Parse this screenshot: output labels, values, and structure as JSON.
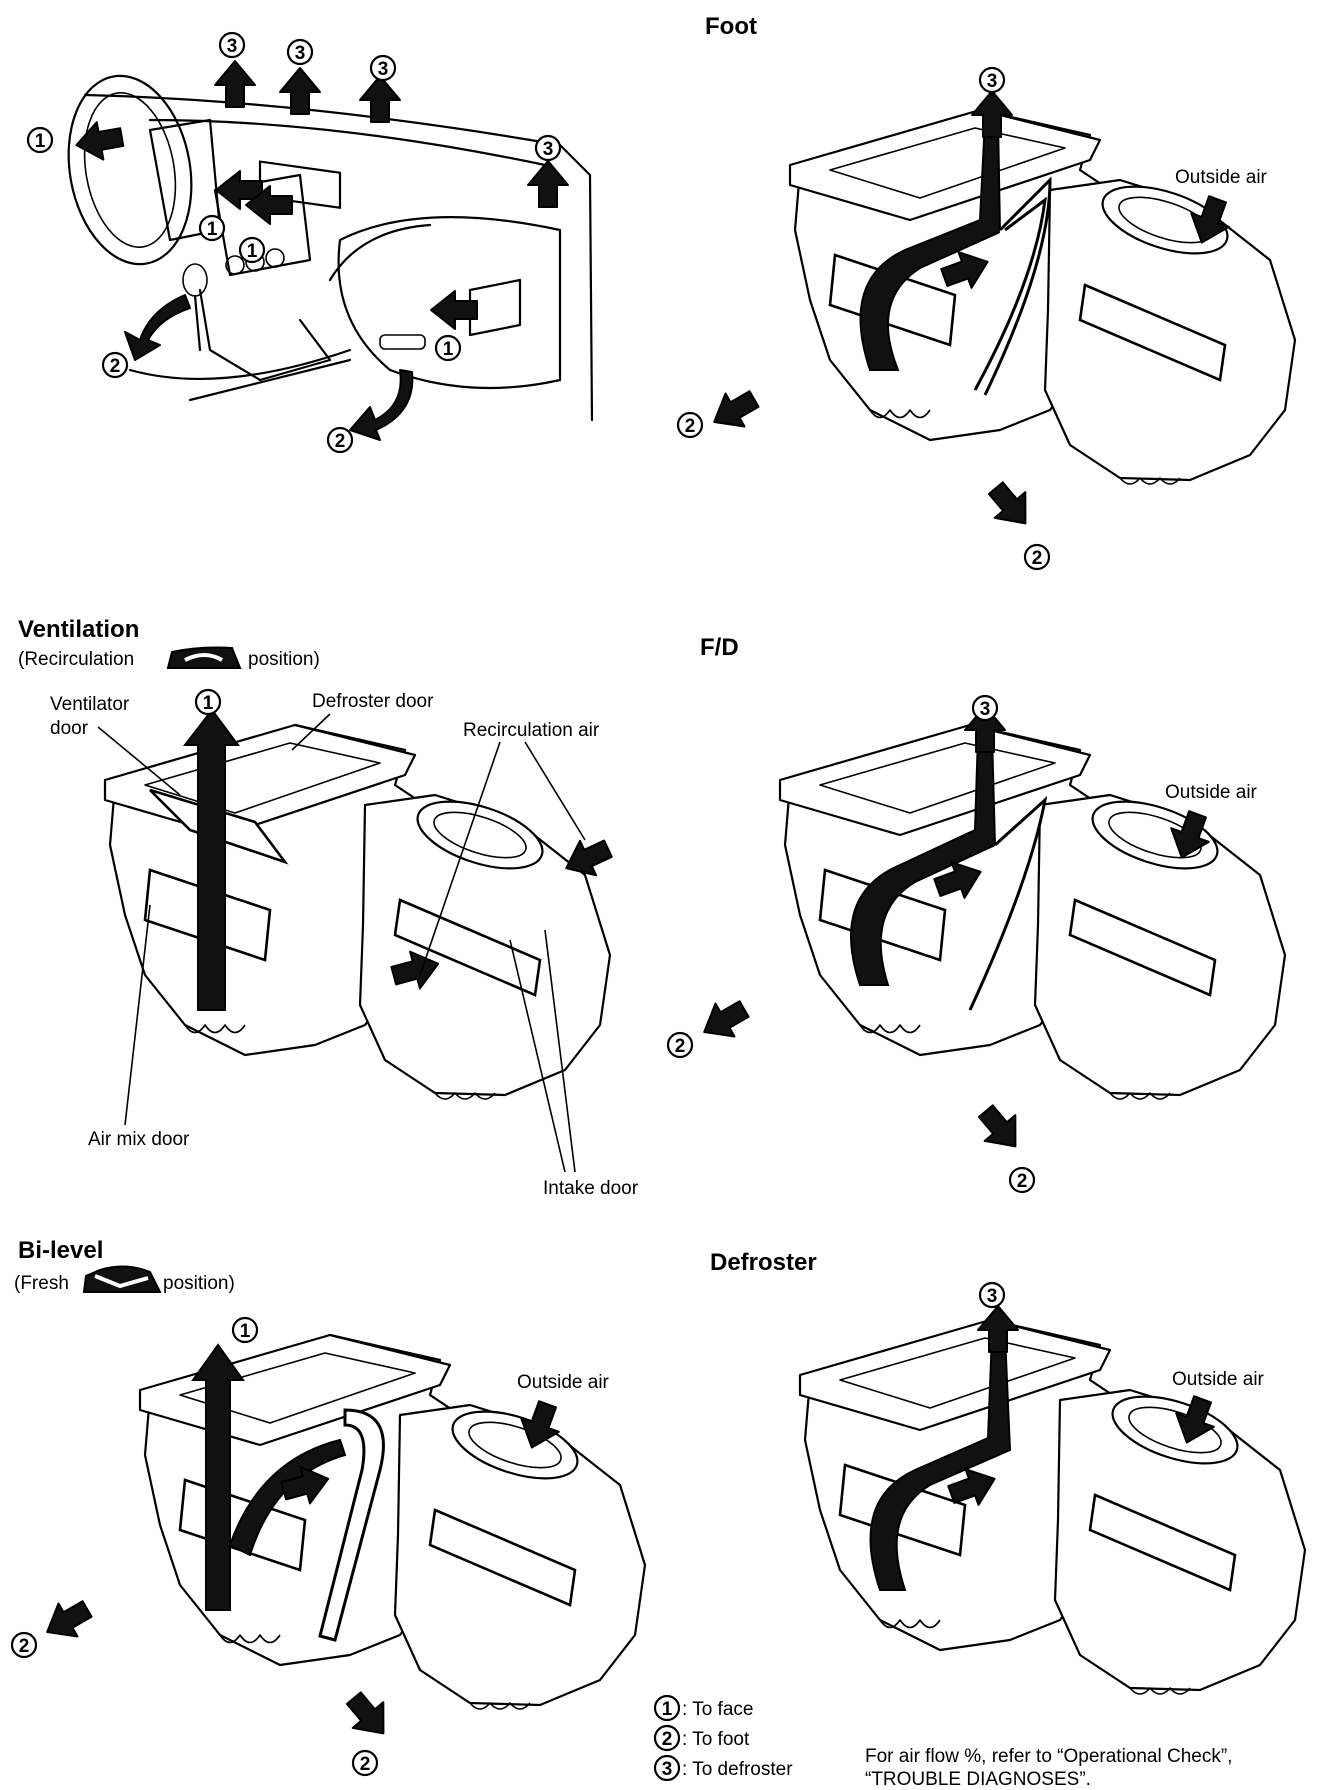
{
  "panels": {
    "foot": {
      "title": "Foot",
      "outside_air": "Outside air"
    },
    "ventilation": {
      "title": "Ventilation",
      "subtitle_before": "(Recirculation",
      "subtitle_after": "position)",
      "ventilator_door_1": "Ventilator",
      "ventilator_door_2": "door",
      "defroster_door": "Defroster door",
      "recirculation_air": "Recirculation air",
      "air_mix_door": "Air mix door",
      "intake_door": "Intake door"
    },
    "fd": {
      "title": "F/D",
      "outside_air": "Outside air"
    },
    "bilevel": {
      "title": "Bi-level",
      "subtitle_before": "(Fresh",
      "subtitle_after": "position)",
      "outside_air": "Outside air"
    },
    "defroster": {
      "title": "Defroster",
      "outside_air": "Outside air"
    }
  },
  "markers": {
    "one": "1",
    "two": "2",
    "three": "3"
  },
  "legend": {
    "to_face": ": To face",
    "to_foot": ": To foot",
    "to_defroster": ": To defroster"
  },
  "note": {
    "line1": "For air flow %, refer to “Operational Check”,",
    "line2": "“TROUBLE DIAGNOSES”."
  }
}
